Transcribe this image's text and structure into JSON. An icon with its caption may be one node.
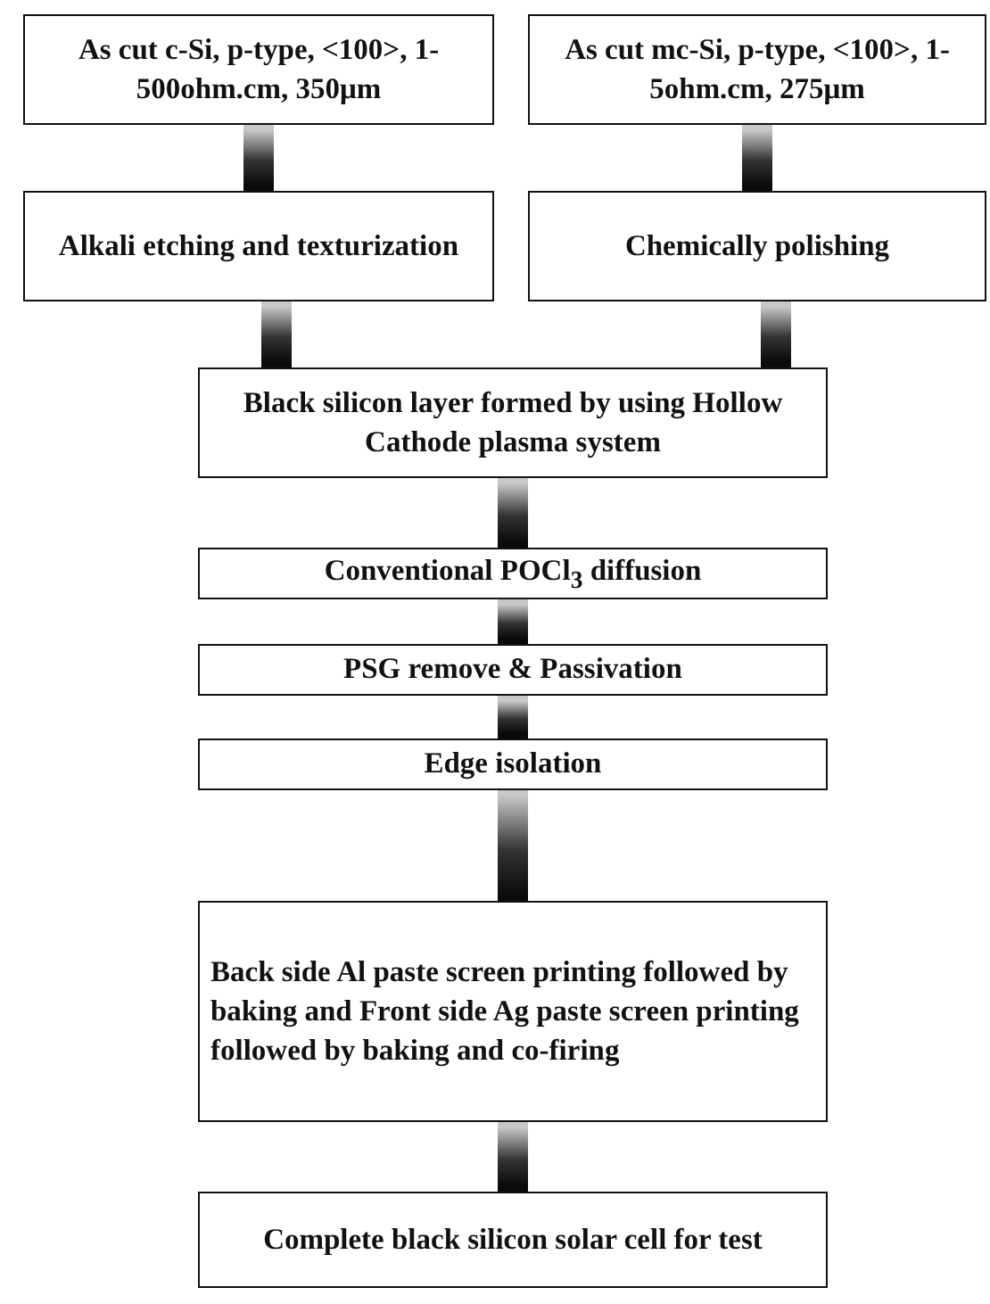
{
  "diagram": {
    "nodes": [
      {
        "text": [
          "As cut c-Si, p-type, <100>, 1-500ohm.cm, 350μm"
        ]
      },
      {
        "text": [
          "As cut mc-Si, p-type, <100>, 1-5ohm.cm, 275μm"
        ]
      },
      {
        "text": [
          "Alkali etching and texturization"
        ]
      },
      {
        "text": [
          "Chemically polishing"
        ]
      },
      {
        "text": [
          "Black silicon layer formed by using Hollow Cathode plasma system"
        ]
      },
      {
        "text": [
          "Conventional POCl$_{3}$ diffusion"
        ]
      },
      {
        "text": [
          "PSG remove & Passivation"
        ]
      },
      {
        "text": [
          "Edge isolation"
        ]
      },
      {
        "text": [
          "Back side Al paste screen printing followed by baking and Front side Ag paste screen printing followed by baking and co-firing"
        ]
      },
      {
        "text": [
          "Complete black silicon solar cell for test"
        ]
      }
    ],
    "edges": [
      {
        "from": 0,
        "to": 2,
        "arrow": "none",
        "style": "thick"
      },
      {
        "from": 1,
        "to": 3,
        "arrow": "none",
        "style": "thick"
      },
      {
        "from": 2,
        "to": 4,
        "arrow": "none",
        "style": "thick"
      },
      {
        "from": 3,
        "to": 4,
        "arrow": "none",
        "style": "thick"
      },
      {
        "from": 4,
        "to": 5,
        "arrow": "none",
        "style": "thick"
      },
      {
        "from": 5,
        "to": 6,
        "arrow": "none",
        "style": "thick"
      },
      {
        "from": 6,
        "to": 7,
        "arrow": "none",
        "style": "thick"
      },
      {
        "from": 7,
        "to": 8,
        "arrow": "none",
        "style": "thick"
      },
      {
        "from": 8,
        "to": 9,
        "arrow": "none",
        "style": "thick"
      }
    ]
  }
}
